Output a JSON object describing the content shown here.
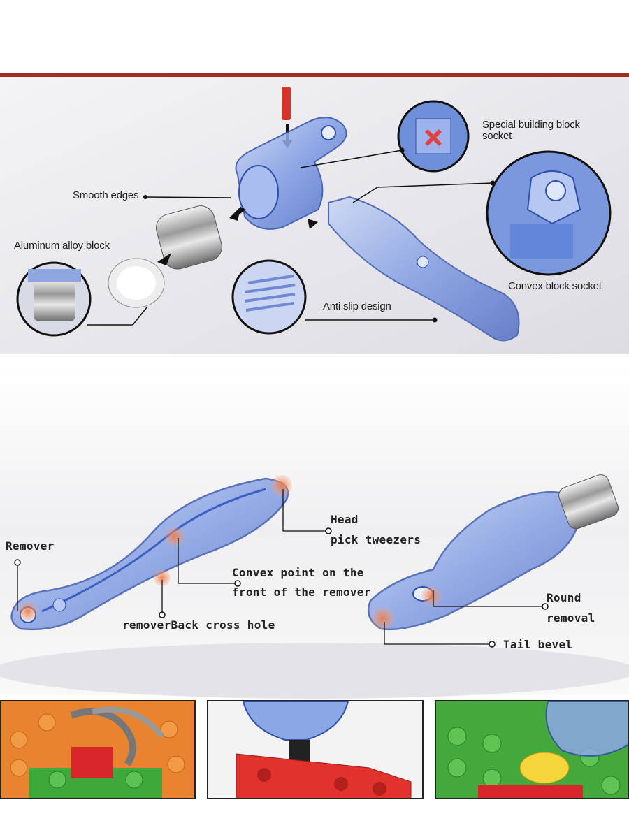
{
  "top_panel": {
    "labels": {
      "special_socket_1": "Special building block",
      "special_socket_2": "socket",
      "smooth_edges": "Smooth edges",
      "aluminum_block": "Aluminum alloy block",
      "convex_socket": "Convex block socket",
      "anti_slip": "Anti slip design"
    },
    "colors": {
      "accent_bar": "#a52a24",
      "tool_blue": "#5b7fd6",
      "tool_edge": "#2f4fa8"
    }
  },
  "bottom_panel": {
    "labels": {
      "head": "Head",
      "pick_tweezers": "pick tweezers",
      "remover": "Remover",
      "convex_point_1": "Convex point on the",
      "convex_point_2": "front of the remover",
      "back_cross_hole": "removerBack cross hole",
      "round_1": "Round",
      "round_2": "removal",
      "tail_bevel": "Tail bevel"
    },
    "colors": {
      "highlight": "#f08a5a"
    }
  },
  "photos": [
    {
      "name": "orange-green-bricks-photo"
    },
    {
      "name": "red-beam-photo"
    },
    {
      "name": "green-plate-photo"
    }
  ]
}
